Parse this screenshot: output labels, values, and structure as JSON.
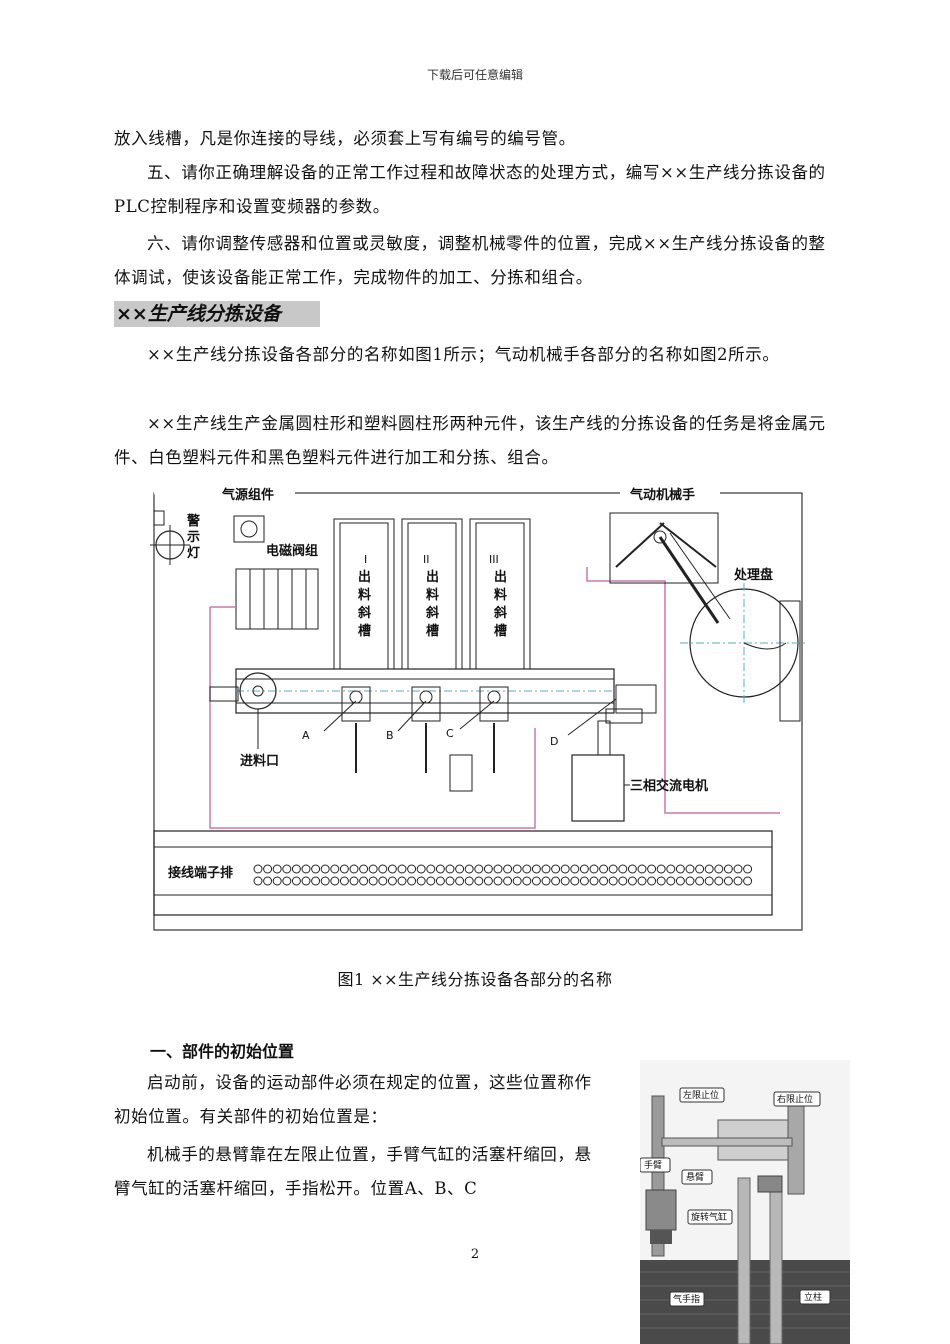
{
  "header": {
    "text": "下载后可任意编辑"
  },
  "paragraphs_top": [
    "放入线槽，凡是你连接的导线，必须套上写有编号的编号管。",
    "五、请你正确理解设备的正常工作过程和故障状态的处理方式，编写××生产线分拣设备的PLC控制程序和设置变频器的参数。",
    "六、请你调整传感器和位置或灵敏度，调整机械零件的位置，完成××生产线分拣设备的整体调试，使该设备能正常工作，完成物件的加工、分拣和组合。"
  ],
  "section_title": "××生产线分拣设备",
  "paragraphs_mid": [
    "××生产线分拣设备各部分的名称如图1所示；气动机械手各部分的名称如图2所示。",
    "××生产线生产金属圆柱形和塑料圆柱形两种元件，该生产线的分拣设备的任务是将金属元件、白色塑料元件和黑色塑料元件进行加工和分拣、组合。"
  ],
  "figure1": {
    "labels": {
      "air_source": "气源组件",
      "manipulator": "气动机械手",
      "warning_lamp": "警示灯",
      "valve_group": "电磁阀组",
      "chute1": "I出料斜槽",
      "chute2": "II出料斜槽",
      "chute3": "III出料斜槽",
      "processing_disk": "处理盘",
      "inlet": "进料口",
      "pos_a": "A",
      "pos_b": "B",
      "pos_c": "C",
      "pos_d": "D",
      "motor": "三相交流电机",
      "terminal": "接线端子排"
    },
    "caption": "图1 ××生产线分拣设备各部分的名称"
  },
  "section1_heading": "一、部件的初始位置",
  "paragraphs_bottom": [
    "启动前，设备的运动部件必须在规定的位置，这些位置称作初始位置。有关部件的初始位置是：",
    "机械手的悬臂靠在左限止位置，手臂气缸的活塞杆缩回，悬臂气缸的活塞杆缩回，手指松开。位置A、B、C"
  ],
  "figure2_labels": {
    "left_limit": "左限止位",
    "right_limit": "右限止位",
    "arm": "手臂",
    "cantilever": "悬臂",
    "rotary_cyl": "旋转气缸",
    "finger": "气手指",
    "column": "立柱"
  },
  "page_number": "2"
}
